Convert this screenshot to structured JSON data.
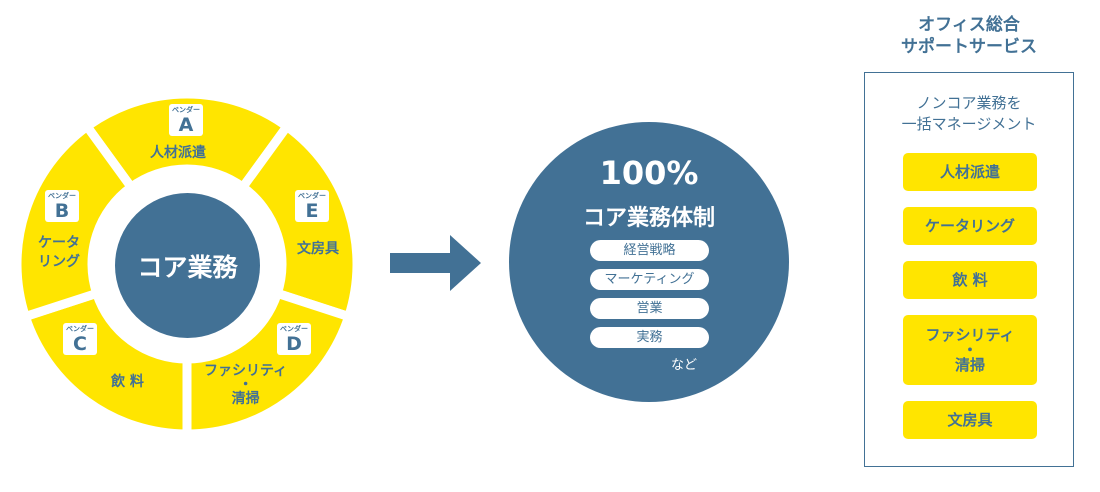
{
  "wheel": {
    "center": "コア業務",
    "vendor_label": "ベンダー",
    "segments": [
      {
        "letter": "A",
        "label": "人材派遣"
      },
      {
        "letter": "B",
        "label": "ケータ\nリング"
      },
      {
        "letter": "C",
        "label": "飲 料"
      },
      {
        "letter": "D",
        "label": "ファシリティ\n・\n清掃"
      },
      {
        "letter": "E",
        "label": "文房具"
      }
    ]
  },
  "result": {
    "percent": "100%",
    "title": "コア業務体制",
    "items": [
      "経営戦略",
      "マーケティング",
      "営業",
      "実務"
    ],
    "etc": "など"
  },
  "panel": {
    "title": "オフィス総合\nサポートサービス",
    "subtitle": "ノンコア業務を\n一括マネージメント",
    "items": [
      "人材派遣",
      "ケータリング",
      "飲 料",
      "ファシリティ\n・\n清掃",
      "文房具"
    ]
  },
  "colors": {
    "yellow": "#ffe500",
    "blue": "#427195"
  }
}
